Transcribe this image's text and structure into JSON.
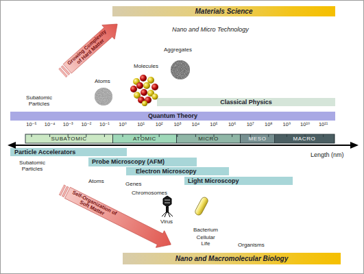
{
  "diagram": {
    "nodes": [
      {
        "text": [
          "Materials Science"
        ]
      },
      {
        "text": [
          "Growing Complexity of Hard Matter"
        ]
      },
      {
        "text": [
          "Classical Physics"
        ]
      },
      {
        "text": [
          "Quantum Theory"
        ]
      },
      {
        "text": [
          "SUBATOMIC"
        ]
      },
      {
        "text": [
          "ATOMIC"
        ]
      },
      {
        "text": [
          "MICRO"
        ]
      },
      {
        "text": [
          "MESO"
        ]
      },
      {
        "text": [
          "MACRO"
        ]
      },
      {
        "text": [
          "Particle Accelerators"
        ]
      },
      {
        "text": [
          "Probe Microscopy (AFM)"
        ]
      },
      {
        "text": [
          "Electron Microscopy"
        ]
      },
      {
        "text": [
          "Light Microscopy"
        ]
      },
      {
        "text": [
          "Self-Organization of Soft Matter"
        ]
      },
      {
        "text": [
          "Nano and Macromolecular Biology"
        ]
      }
    ],
    "labels": [
      "Nano and Micro Technology",
      "Aggregates",
      "Molecules",
      "Atoms",
      "Subatomic Particles",
      "10⁻⁵",
      "10⁻⁴",
      "10⁻³",
      "10⁻²",
      "10⁻¹",
      "10⁰",
      "10¹",
      "10²",
      "10³",
      "10⁴",
      "10⁵",
      "10⁶",
      "10⁷",
      "10⁸",
      "10⁹",
      "10¹⁰",
      "10¹¹",
      "Length (nm)",
      "Subatomic Particles",
      "Atoms",
      "Genes",
      "Chromosomes",
      "Virus",
      "Bacterium",
      "Cellular Life",
      "Organisms"
    ]
  }
}
